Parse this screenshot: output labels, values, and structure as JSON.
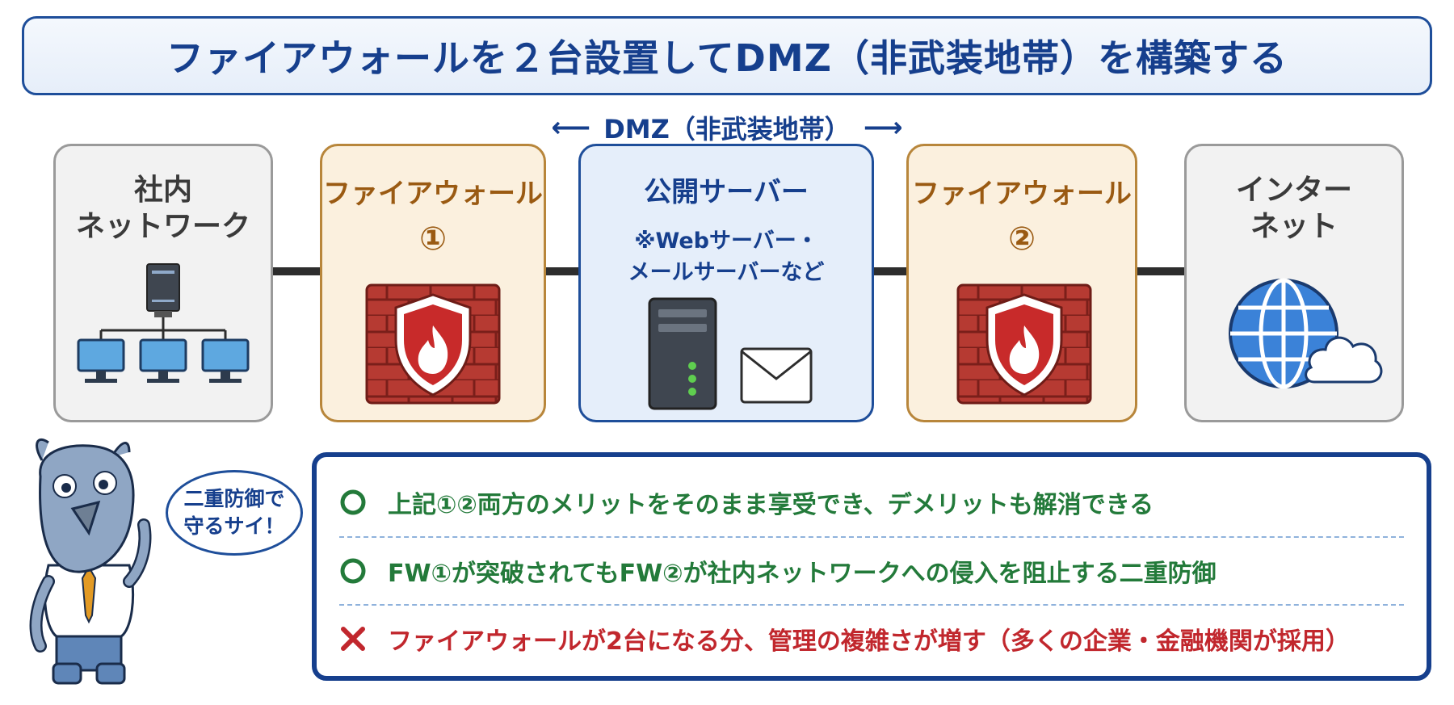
{
  "title": "ファイアウォールを２台設置してDMZ（非武装地帯）を構築する",
  "dmz": {
    "left_arrow": "⟵",
    "label": "DMZ（非武装地帯）",
    "right_arrow": "⟶"
  },
  "nodes": {
    "internal": {
      "line1": "社内",
      "line2": "ネットワーク"
    },
    "firewall1": {
      "title": "ファイアウォール",
      "number": "①"
    },
    "public_server": {
      "title": "公開サーバー",
      "sub1": "※Webサーバー・",
      "sub2": "メールサーバーなど"
    },
    "firewall2": {
      "title": "ファイアウォール",
      "number": "②"
    },
    "internet": {
      "line1": "インター",
      "line2": "ネット"
    }
  },
  "mascot_bubble": "二重防御で\n守るサイ！",
  "points": [
    {
      "icon": "circle-icon",
      "text": "上記①②両方のメリットをそのまま享受でき、デメリットも解消できる"
    },
    {
      "icon": "circle-icon",
      "text": "FW①が突破されてもFW②が社内ネットワークへの侵入を阻止する二重防御"
    },
    {
      "icon": "cross-icon",
      "text": "ファイアウォールが2台になる分、管理の複雑さが増す（多くの企業・金融機関が採用）"
    }
  ],
  "colors": {
    "navy": "#163f8d",
    "firewall_orange": "#b8863b",
    "good_green": "#237a3a",
    "bad_red": "#c1272d",
    "brick_red": "#b63a32"
  }
}
